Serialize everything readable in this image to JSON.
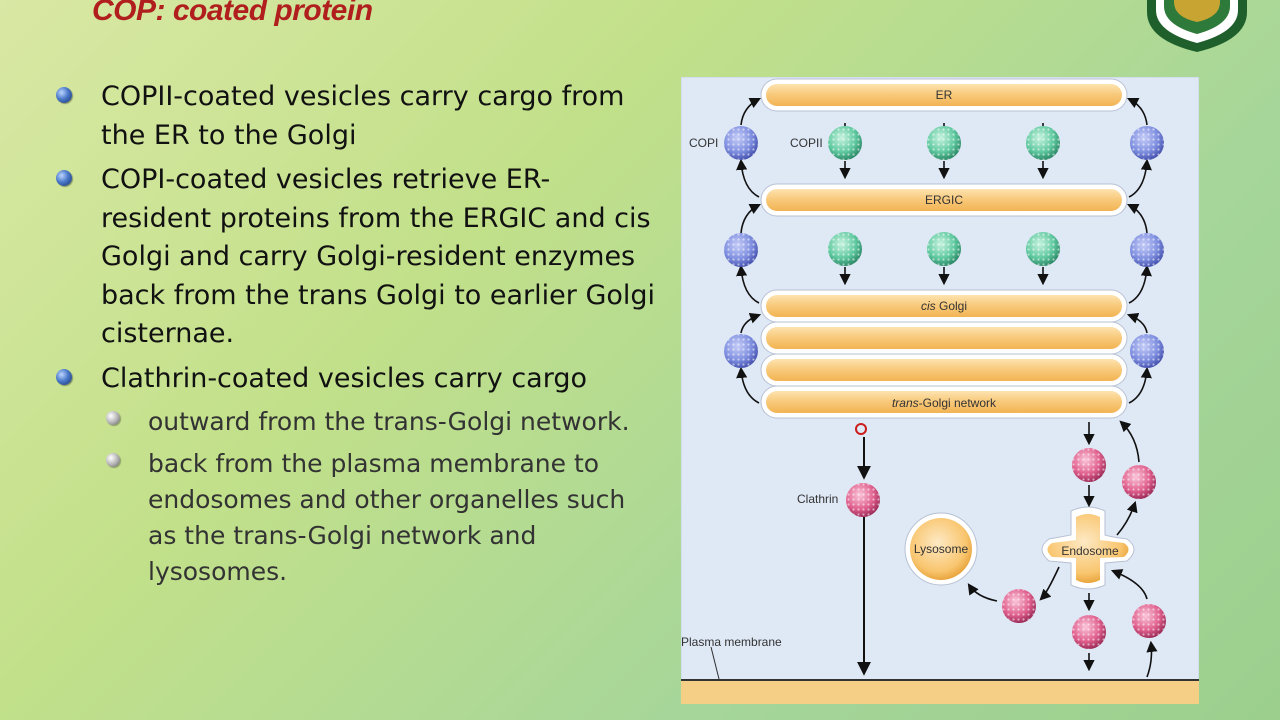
{
  "slide": {
    "title": "COP: coated protein"
  },
  "bullets": [
    {
      "text": "COPII-coated vesicles carry cargo from the ER to the Golgi"
    },
    {
      "text": "COPI-coated vesicles retrieve ER-resident proteins from the ERGIC and cis Golgi and carry Golgi-resident enzymes back from the trans Golgi to earlier Golgi cisternae."
    },
    {
      "text": "Clathrin-coated vesicles carry cargo",
      "subitems": [
        {
          "text": "outward from the trans-Golgi network."
        },
        {
          "text": "back from the plasma membrane to endosomes and other organelles such as the trans-Golgi network and lysosomes."
        }
      ]
    }
  ],
  "diagram": {
    "labels": {
      "er": "ER",
      "ergic": "ERGIC",
      "cis_golgi_italic": "cis",
      "cis_golgi_rest": " Golgi",
      "tgn_italic": "trans",
      "tgn_rest": "-Golgi network",
      "copi": "COPI",
      "copii": "COPII",
      "clathrin": "Clathrin",
      "lysosome": "Lysosome",
      "endosome": "Endosome",
      "plasma_membrane": "Plasma membrane"
    },
    "colors": {
      "copi_coat": "#7f8fe0",
      "copii_coat": "#5fc9a0",
      "clathrin_coat": "#e0608e",
      "cisterna_fill": "#f8c879",
      "panel_bg": "#dfe8f5"
    }
  }
}
